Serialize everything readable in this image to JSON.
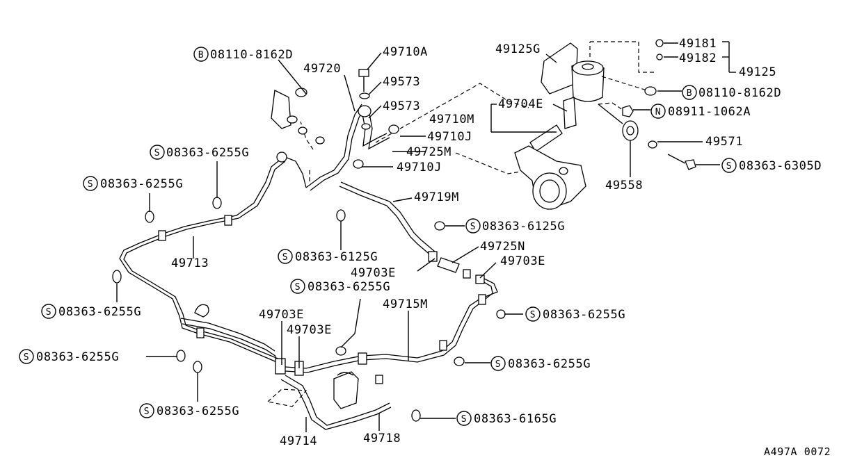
{
  "title": "",
  "figure_code": "A497A 0072",
  "callouts": {
    "c01": {
      "prefix": "B",
      "text": "08110-8162D"
    },
    "c02": {
      "text": "49710A"
    },
    "c03": {
      "text": "49720"
    },
    "c04": {
      "text": "49573"
    },
    "c05": {
      "text": "49573"
    },
    "c06": {
      "text": "49125G"
    },
    "c07": {
      "text": "49181"
    },
    "c08": {
      "text": "49182"
    },
    "c09": {
      "text": "49125"
    },
    "c10": {
      "prefix": "B",
      "text": "08110-8162D"
    },
    "c11": {
      "text": "49704E"
    },
    "c12": {
      "text": "49710M"
    },
    "c13": {
      "prefix": "N",
      "text": "08911-1062A"
    },
    "c14": {
      "text": "49710J"
    },
    "c15": {
      "prefix": "S",
      "text": "08363-6255G"
    },
    "c16": {
      "text": "49725M"
    },
    "c17": {
      "text": "49571"
    },
    "c18": {
      "text": "49710J"
    },
    "c19": {
      "prefix": "S",
      "text": "08363-6305D"
    },
    "c20": {
      "prefix": "S",
      "text": "08363-6255G"
    },
    "c21": {
      "text": "49558"
    },
    "c22": {
      "text": "49719M"
    },
    "c23": {
      "prefix": "S",
      "text": "08363-6125G"
    },
    "c24": {
      "text": "49713"
    },
    "c25": {
      "text": "49725N"
    },
    "c26": {
      "prefix": "S",
      "text": "08363-6125G"
    },
    "c27": {
      "text": "49703E"
    },
    "c28": {
      "text": "49703E"
    },
    "c29": {
      "prefix": "S",
      "text": "08363-6255G"
    },
    "c30": {
      "prefix": "S",
      "text": "08363-6255G"
    },
    "c31": {
      "text": "49715M"
    },
    "c32": {
      "text": "49703E"
    },
    "c33": {
      "prefix": "S",
      "text": "08363-6255G"
    },
    "c34": {
      "text": "49703E"
    },
    "c35": {
      "prefix": "S",
      "text": "08363-6255G"
    },
    "c36": {
      "prefix": "S",
      "text": "08363-6255G"
    },
    "c37": {
      "prefix": "S",
      "text": "08363-6255G"
    },
    "c38": {
      "prefix": "S",
      "text": "08363-6165G"
    },
    "c39": {
      "text": "49714"
    },
    "c40": {
      "text": "49718"
    }
  }
}
